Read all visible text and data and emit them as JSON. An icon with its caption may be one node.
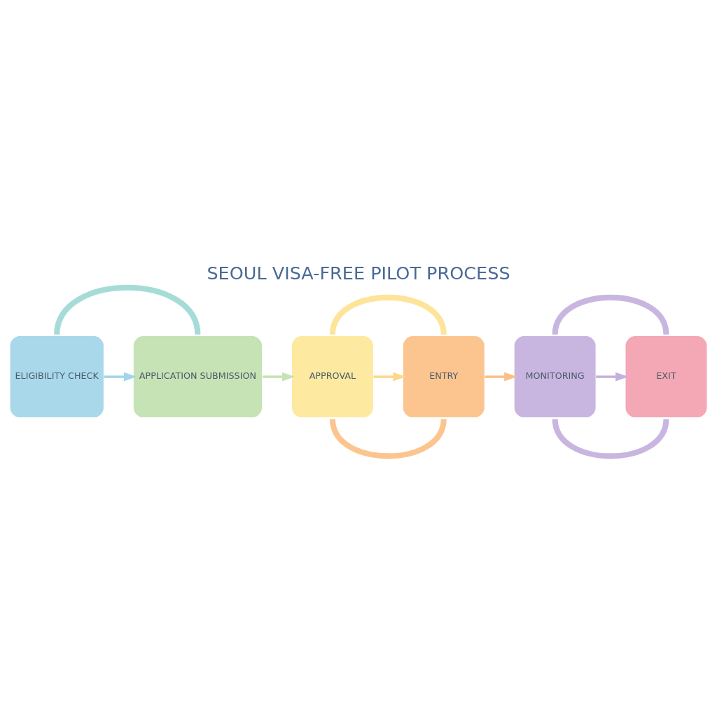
{
  "diagram": {
    "title": "SEOUL VISA-FREE PILOT PROCESS",
    "nodes": [
      {
        "text": [
          "ELIGIBILITY CHECK"
        ]
      },
      {
        "text": [
          "APPLICATION SUBMISSION"
        ]
      },
      {
        "text": [
          "APPROVAL"
        ]
      },
      {
        "text": [
          "ENTRY"
        ]
      },
      {
        "text": [
          "MONITORING"
        ]
      },
      {
        "text": [
          "EXIT"
        ]
      }
    ],
    "edges": [
      {
        "from": 0,
        "to": 1,
        "arrow": "to",
        "color": "#9fd6ea"
      },
      {
        "from": 1,
        "to": 2,
        "arrow": "to",
        "color": "#c5e3b5"
      },
      {
        "from": 2,
        "to": 3,
        "arrow": "to",
        "color": "#fdd88a"
      },
      {
        "from": 3,
        "to": 4,
        "arrow": "to",
        "color": "#fbbf86"
      },
      {
        "from": 4,
        "to": 5,
        "arrow": "to",
        "color": "#c3b0de"
      },
      {
        "from": 0,
        "to": 1,
        "arrow": "none",
        "style": "thick",
        "color": "#a6dcd8"
      },
      {
        "from": 2,
        "to": 3,
        "arrow": "none",
        "style": "thick",
        "color": "#fde49a"
      },
      {
        "from": 2,
        "to": 3,
        "arrow": "none",
        "style": "thick",
        "color": "#fcc58f"
      },
      {
        "from": 4,
        "to": 5,
        "arrow": "none",
        "style": "thick",
        "color": "#c9b6e0"
      },
      {
        "from": 4,
        "to": 5,
        "arrow": "none",
        "style": "thick",
        "color": "#c9b6e0"
      }
    ]
  }
}
